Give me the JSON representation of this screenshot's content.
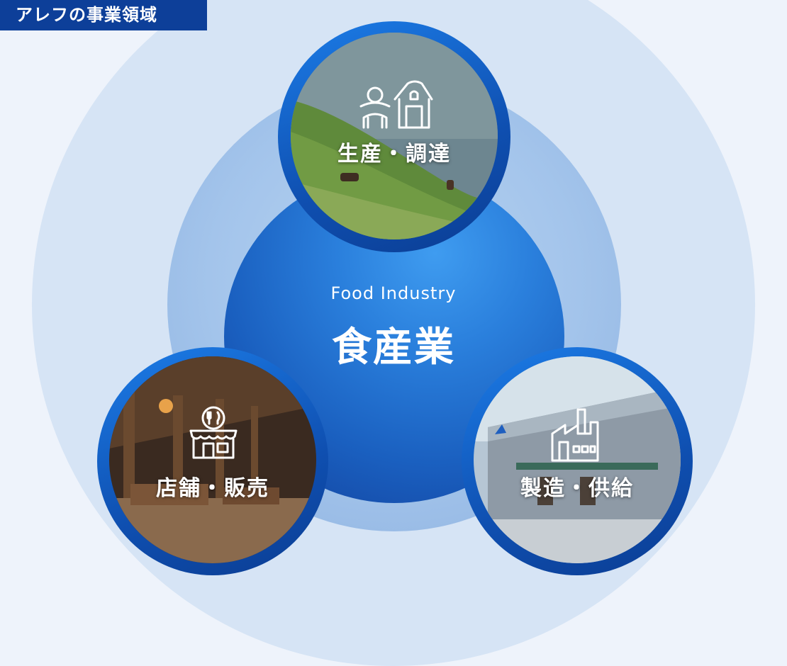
{
  "header": {
    "tag": "アレフの事業領域"
  },
  "center": {
    "subtitle": "Food Industry",
    "title": "食産業"
  },
  "nodes": [
    {
      "label": "生産・調達",
      "icon": "farmer-barn-icon"
    },
    {
      "label": "店舗・販売",
      "icon": "restaurant-store-icon"
    },
    {
      "label": "製造・供給",
      "icon": "factory-icon"
    }
  ],
  "colors": {
    "tag_bg": "#0d3f99",
    "outer_ring": "#d6e4f5",
    "mid_ring": "#a3c4eb",
    "core_light": "#3f9cf0",
    "core_dark": "#123f9a",
    "node_ring": "#1c7de8"
  }
}
